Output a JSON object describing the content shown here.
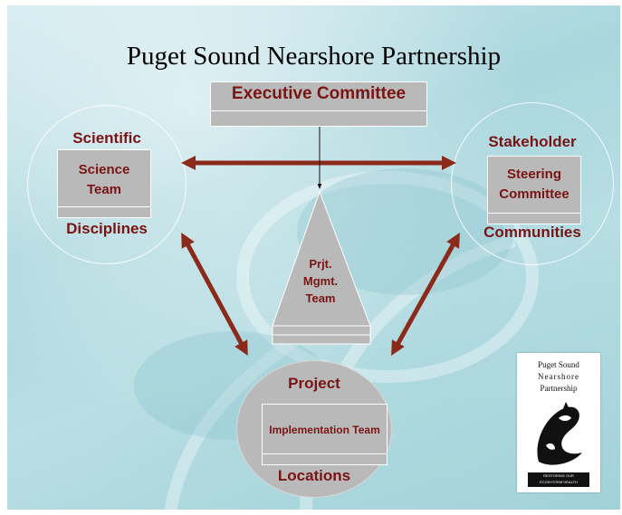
{
  "title": "Puget Sound Nearshore Partnership",
  "executive": {
    "label": "Executive Committee"
  },
  "scientific": {
    "top": "Scientific",
    "box": "Science Team",
    "bottom": "Disciplines"
  },
  "stakeholder": {
    "top": "Stakeholder",
    "box": "Steering Committee",
    "bottom": "Communities"
  },
  "pmt": {
    "label": "Prjt. Mgmt. Team"
  },
  "project": {
    "top": "Project",
    "box": "Implementation Team",
    "bottom": "Locations"
  },
  "logo": {
    "line1": "Puget Sound",
    "line2": "Nearshore",
    "line3": "Partnership",
    "tagline1": "RESTORING OUR",
    "tagline2": "ECOSYSTEM HEALTH"
  },
  "colors": {
    "arrow": "#8b2a1a",
    "label": "#7a1414",
    "box": "#b9b9b9"
  }
}
